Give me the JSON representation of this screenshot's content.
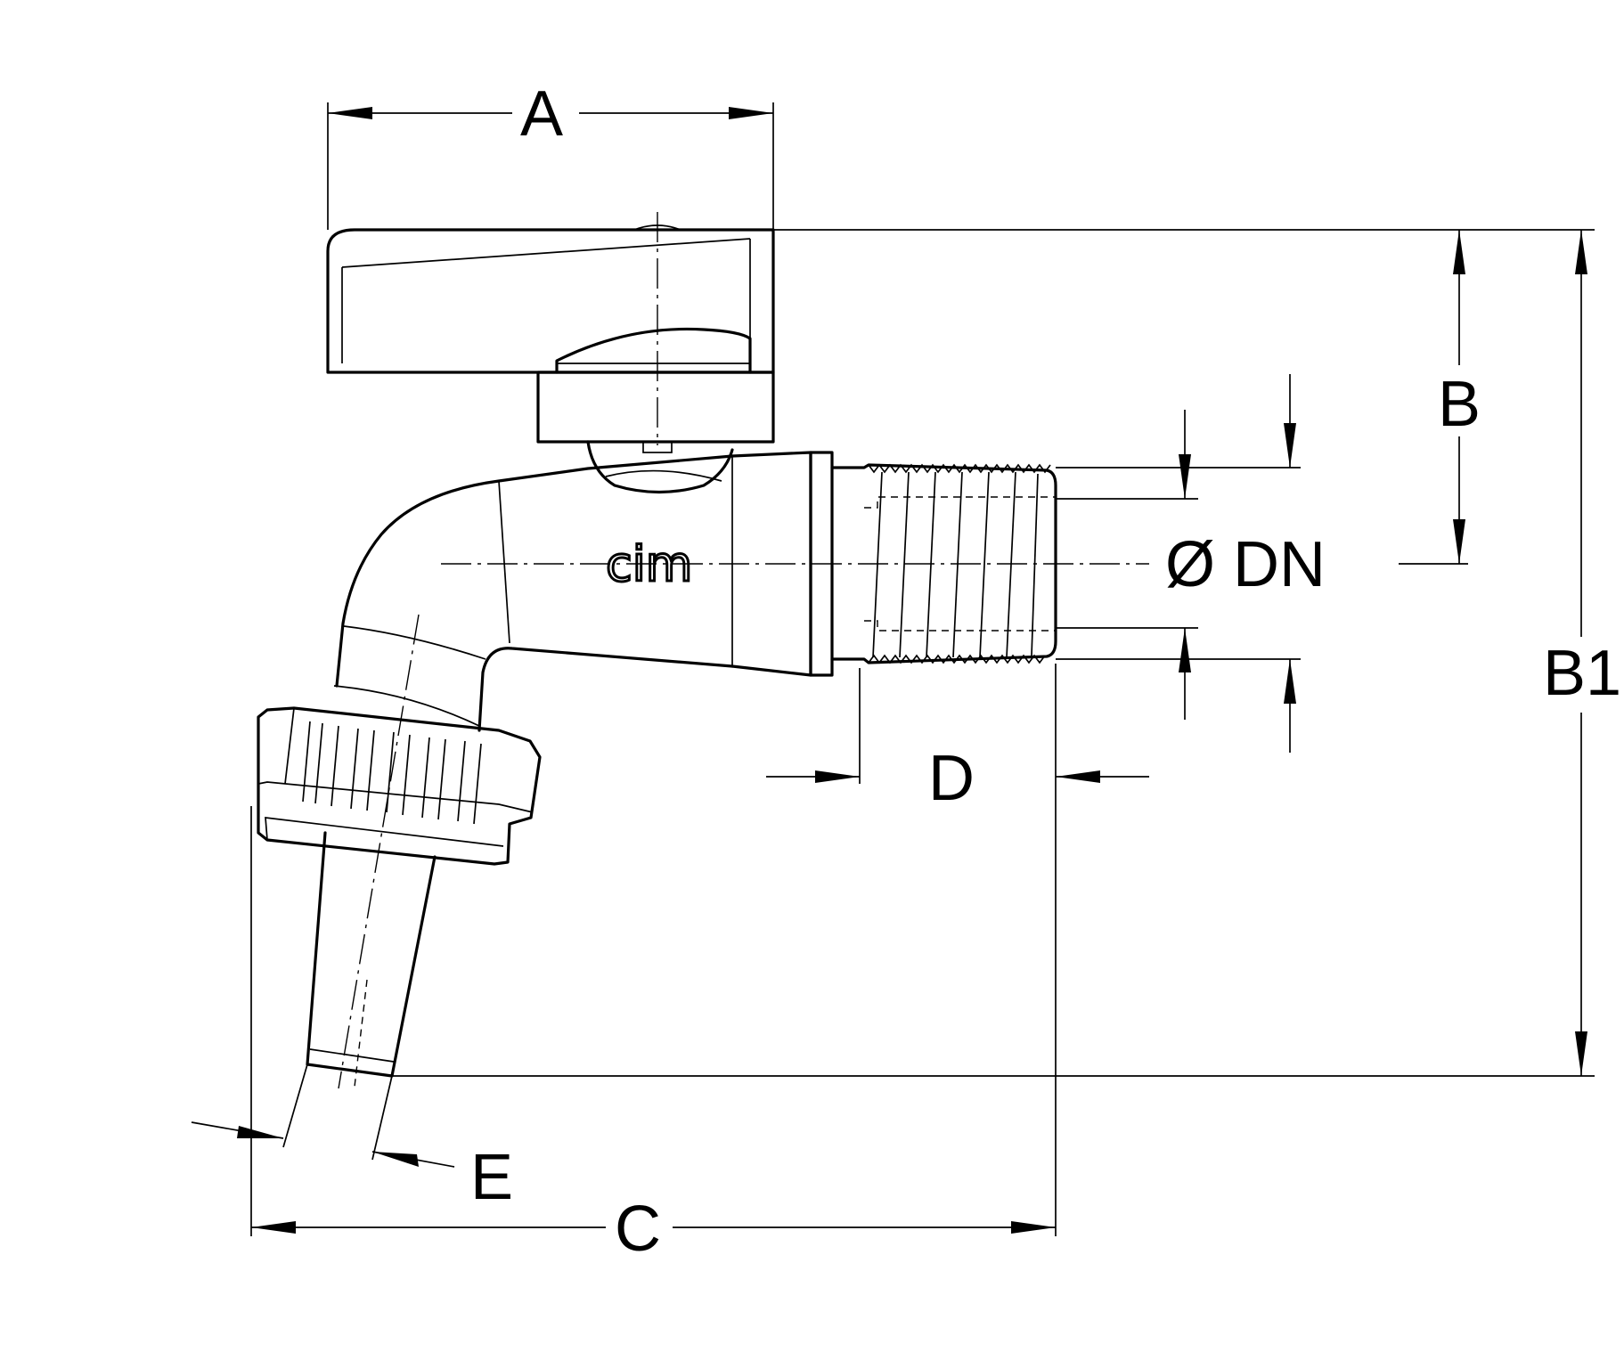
{
  "drawing": {
    "brand_logo": "cim",
    "dimension_labels": {
      "A": "A",
      "B": "B",
      "B1": "B1",
      "C": "C",
      "D": "D",
      "E": "E",
      "DN": "Ø  DN"
    }
  }
}
